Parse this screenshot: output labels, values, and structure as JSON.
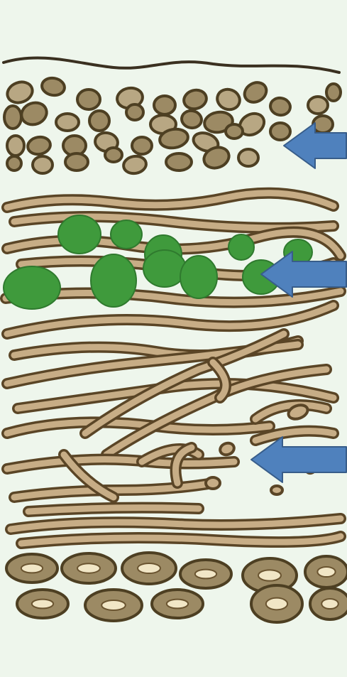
{
  "diagram": {
    "subject": "lichen-cross-section",
    "layers": [
      {
        "id": "upper-surface"
      },
      {
        "id": "upper-cortex"
      },
      {
        "id": "algal-layer"
      },
      {
        "id": "medulla"
      },
      {
        "id": "lower-cortex"
      }
    ],
    "pointers": [
      {
        "id": "arrow-cortex"
      },
      {
        "id": "arrow-algae"
      },
      {
        "id": "arrow-medulla"
      }
    ]
  },
  "colors": {
    "background": "#eef6ec",
    "cell_fill": "#9c8a64",
    "cell_fill_light": "#b8a783",
    "cell_outline": "#4d3f22",
    "hypha_fill": "#c7ad86",
    "hypha_outline": "#5a4526",
    "alga_fill": "#3f9a3c",
    "alga_edge": "#2f7a2e",
    "ring_center": "#f1e6c6",
    "arrow_fill": "#4f81bd",
    "arrow_stroke": "#385d8a"
  }
}
